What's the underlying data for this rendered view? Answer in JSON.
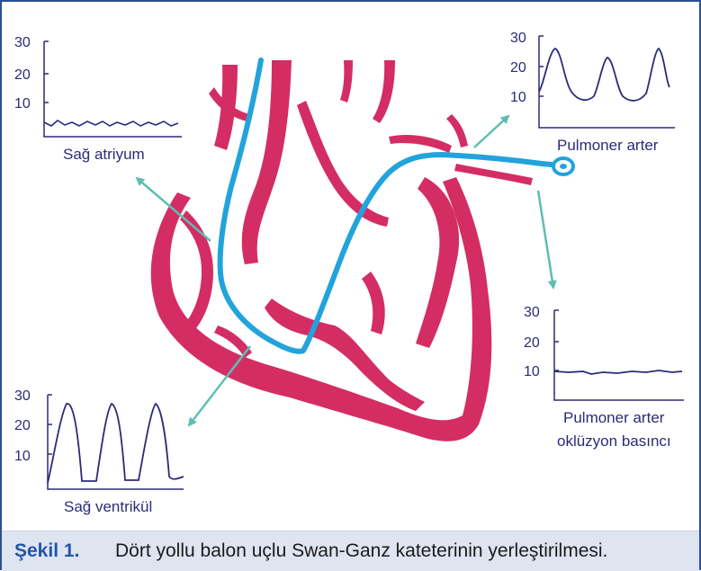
{
  "caption": {
    "label": "Şekil 1.",
    "text": "Dört yollu balon uçlu Swan-Ganz kateterinin yerleştirilmesi."
  },
  "colors": {
    "heart": "#d42d64",
    "catheter": "#22a3db",
    "arrow": "#5dbfb0",
    "trace": "#2d2a79",
    "frame": "#2c4f93",
    "caption_bg": "#dfe4f1",
    "caption_label": "#1f56a8"
  },
  "panels": {
    "right_atrium": {
      "label": "Sağ atriyum",
      "ticks": [
        "30",
        "20",
        "10"
      ],
      "trace": "low flat pressure around 2 mmHg"
    },
    "pulmonary_artery": {
      "label": "Pulmoner arter",
      "ticks": [
        "30",
        "20",
        "10"
      ],
      "trace": "pulsatile waves between about 10 and 25 mmHg"
    },
    "right_ventricle": {
      "label": "Sağ ventrikül",
      "ticks": [
        "30",
        "20",
        "10"
      ],
      "trace": "tall pulsatile waves between about 2 and 27 mmHg"
    },
    "occlusion": {
      "label_line1": "Pulmoner arter",
      "label_line2": "oklüzyon basıncı",
      "ticks": [
        "30",
        "20",
        "10"
      ],
      "trace": "flat pressure around 8 mmHg"
    }
  }
}
